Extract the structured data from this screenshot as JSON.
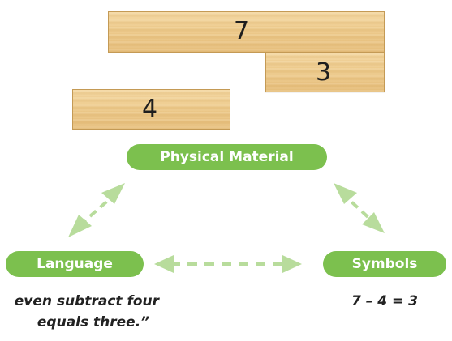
{
  "planks": {
    "seven": "7",
    "three": "3",
    "four": "4"
  },
  "nodes": {
    "physical": "Physical Material",
    "language": "Language",
    "symbols": "Symbols"
  },
  "captions": {
    "language_line1": "even subtract four",
    "language_line2": "equals three.”",
    "symbols": "7 – 4 = 3"
  },
  "colors": {
    "node_green": "#7cc04e",
    "arrow_green": "#b8dc9c",
    "wood": "#eecb8c"
  }
}
